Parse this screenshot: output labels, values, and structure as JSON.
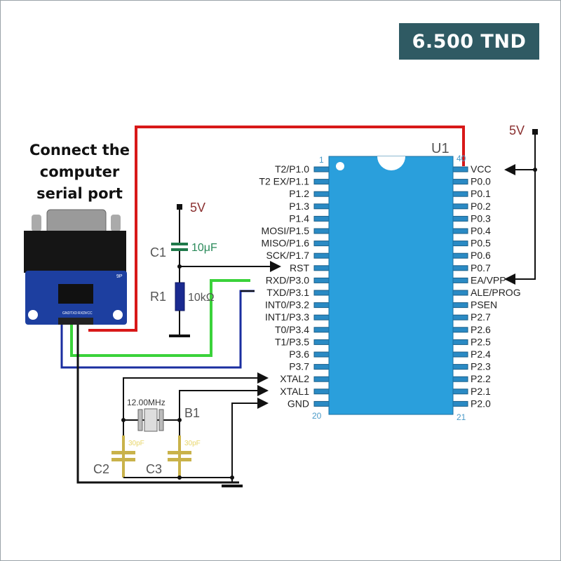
{
  "price_badge": "6.500 TND",
  "caption": [
    "Connect the",
    "computer",
    "serial port"
  ],
  "chip": {
    "ref": "U1",
    "pin_first": "1",
    "pin_last_left": "20",
    "pin_top_right": "40",
    "pin_bottom_right": "21",
    "left_pins": [
      "T2/P1.0",
      "T2 EX/P1.1",
      "P1.2",
      "P1.3",
      "P1.4",
      "MOSI/P1.5",
      "MISO/P1.6",
      "SCK/P1.7",
      "RST",
      "RXD/P3.0",
      "TXD/P3.1",
      "INT0/P3.2",
      "INT1/P3.3",
      "T0/P3.4",
      "T1/P3.5",
      "P3.6",
      "P3.7",
      "XTAL2",
      "XTAL1",
      "GND"
    ],
    "right_pins": [
      "VCC",
      "P0.0",
      "P0.1",
      "P0.2",
      "P0.3",
      "P0.4",
      "P0.5",
      "P0.6",
      "P0.7",
      "EA/VPP",
      "ALE/PROG",
      "PSEN",
      "P2.7",
      "P2.6",
      "P2.5",
      "P2.4",
      "P2.3",
      "P2.2",
      "P2.1",
      "P2.0"
    ]
  },
  "components": {
    "vcc_right": "5V",
    "vcc_left": "5V",
    "c1_ref": "C1",
    "c1_value": "10μF",
    "r1_ref": "R1",
    "r1_value": "10kΩ",
    "crystal_value": "12.00MHz",
    "crystal_ref": "B1",
    "c2_ref": "C2",
    "c3_ref": "C3",
    "c2_value": "30pF",
    "c3_value": "30pF"
  },
  "module": {
    "label": "9P",
    "pins": [
      "GND",
      "TXD",
      "RXD",
      "VCC"
    ]
  },
  "colors": {
    "badge": "#2f5a63",
    "chip": "#2a9fdc",
    "red": "#d81818",
    "green": "#3ad23a",
    "blue": "#1a2ea0"
  }
}
